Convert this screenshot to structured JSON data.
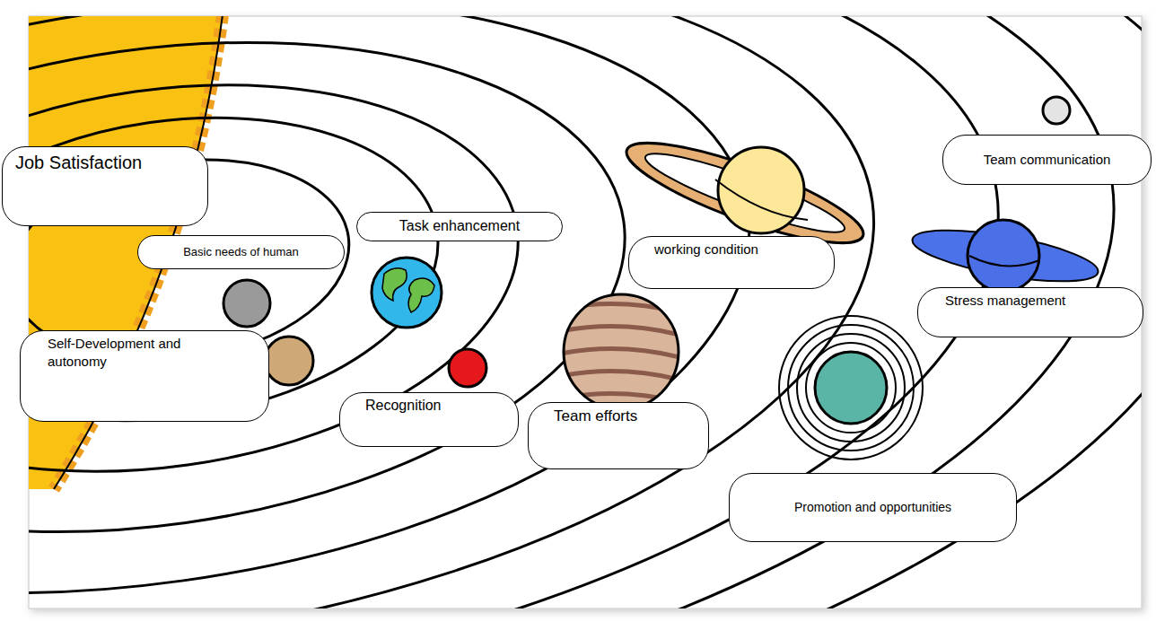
{
  "diagram": {
    "nodes": [
      {
        "text": [
          "Job Satisfaction"
        ]
      },
      {
        "text": [
          "Team communication"
        ]
      },
      {
        "text": [
          "Task enhancement"
        ]
      },
      {
        "text": [
          "Basic needs of human"
        ]
      },
      {
        "text": [
          "working condition"
        ]
      },
      {
        "text": [
          "Stress management"
        ]
      },
      {
        "text": [
          "Self-Development and autonomy"
        ]
      },
      {
        "text": [
          "Recognition"
        ]
      },
      {
        "text": [
          "Team efforts"
        ]
      },
      {
        "text": [
          "Promotion and opportunities"
        ]
      }
    ]
  }
}
